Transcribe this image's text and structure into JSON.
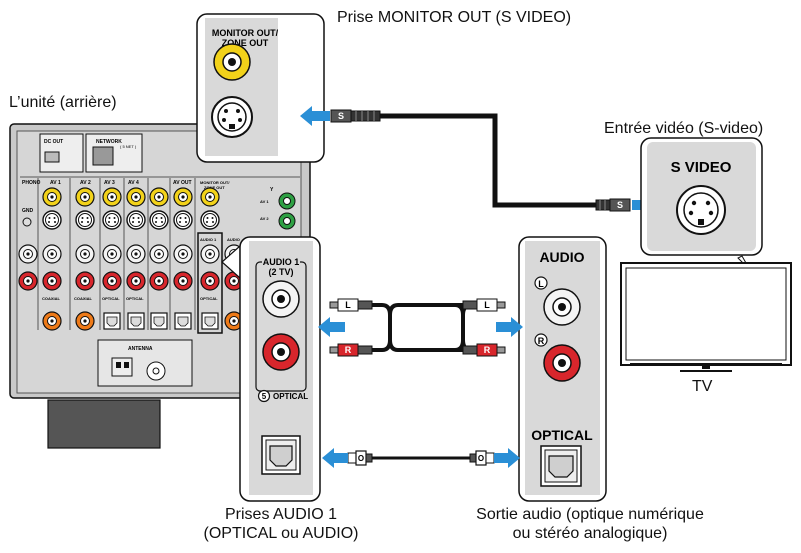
{
  "labels": {
    "monitor_out_caption": "Prise MONITOR OUT (S VIDEO)",
    "unit_rear": "L’unité (arrière)",
    "video_input_caption": "Entrée vidéo (S-video)",
    "tv": "TV",
    "audio1_caption_line1": "Prises AUDIO 1",
    "audio1_caption_line2": "(OPTICAL ou AUDIO)",
    "audio_out_caption_line1": "Sortie audio (optique numérique",
    "audio_out_caption_line2": "ou stéréo analogique)"
  },
  "monitor_zoom": {
    "title_line1": "MONITOR OUT/",
    "title_line2": "ZONE OUT"
  },
  "s_video_box": {
    "title": "S VIDEO"
  },
  "audio1_zoom": {
    "title_line1": "AUDIO 1",
    "title_line2": "(2 TV)",
    "optical_num": "5",
    "optical_label": "OPTICAL"
  },
  "tv_audio_panel": {
    "audio_title": "AUDIO",
    "left_mark": "L",
    "right_mark": "R",
    "optical_title": "OPTICAL"
  },
  "plugs": {
    "s_plug": "S",
    "l_plug": "L",
    "r_plug": "R",
    "o_plug": "O"
  },
  "receiver": {
    "dc_out": "DC OUT",
    "network": "NETWORK",
    "net_sub": "( 5 NET )",
    "phono": "PHONO",
    "gnd": "GND",
    "av1": "AV 1",
    "av2": "AV 2",
    "av3": "AV 3",
    "av4": "AV 4",
    "av_out": "AV OUT",
    "monitor_out": "MONITOR OUT/",
    "zone_out": "ZONE OUT",
    "antenna": "ANTENNA",
    "coaxial1": "COAXIAL",
    "coaxial2": "COAXIAL",
    "optical3": "OPTICAL",
    "optical4": "OPTICAL",
    "optical5": "OPTICAL",
    "audio1_small": "AUDIO 1",
    "audio_small": "AUDIO",
    "y_label": "Y",
    "av1_small": "AV 1",
    "av2_small": "AV 2"
  },
  "colors": {
    "arrow_blue": "#2a8fd6",
    "jack_yellow": "#f2d21a",
    "jack_red": "#d8262c",
    "jack_orange": "#ee7a18",
    "jack_green": "#2ea043",
    "panel_gray": "#c9c9c9",
    "cable_black": "#111111"
  }
}
